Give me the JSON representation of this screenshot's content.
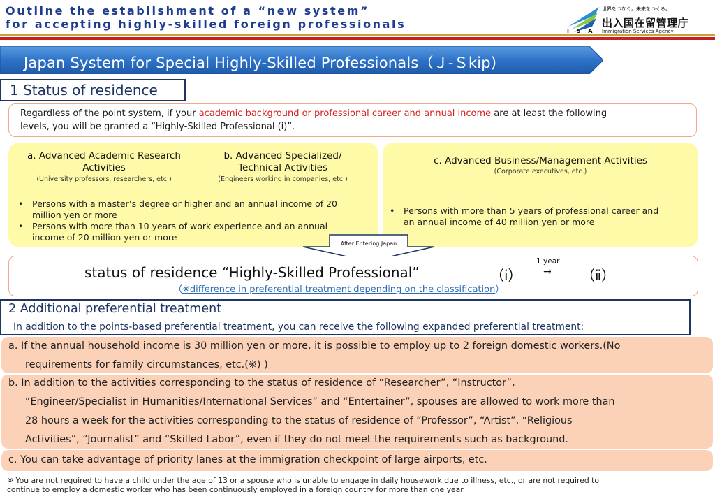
{
  "header": {
    "title_line1": "Outline the establishment of a  “new system”",
    "title_line2": "for accepting highly-skilled foreign professionals",
    "logo_tagline": "世界をつなぐ。未来をつくる。",
    "logo_jp": "出入国在留管理庁",
    "logo_en": "Immigration Services Agency",
    "logo_abbr": "I S A"
  },
  "banner": {
    "title": "Japan System for Special Highly-Skilled Professionals（Ｊ-Ｓkip)"
  },
  "section1": {
    "heading": "1 Status of residence",
    "intro_part1": "Regardless of the point system, if your ",
    "intro_highlight": "academic background or professional career and annual income",
    "intro_part2": " are at least the following",
    "intro_line2": "levels, you will be granted a  “Highly-Skilled Professional (ⅰ)”.",
    "cat_a_title": "a.  Advanced Academic Research Activities",
    "cat_a_sub": "(University professors, researchers, etc.)",
    "cat_b_title": "b.  Advanced Specialized/ Technical Activities",
    "cat_b_sub": "(Engineers working in companies, etc.)",
    "ab_bullet1_l1": "Persons with a master’s degree or higher and an annual income of 20",
    "ab_bullet1_l2": "million yen or more",
    "ab_bullet2_l1": "Persons with more than 10 years of work experience and an annual",
    "ab_bullet2_l2": "income of 20 million yen or more",
    "cat_c_title": "c.  Advanced Business/Management Activities",
    "cat_c_sub": "(Corporate executives, etc.)",
    "c_bullet1_l1": "Persons with more than 5 years of professional career and",
    "c_bullet1_l2": "an annual income of 40 million yen or more",
    "bullet_symbol": "•",
    "arrow_label": "After Entering Japan",
    "status_main": "status of residence “Highly-Skilled Professional”",
    "status_i": "（ⅰ）",
    "status_arrow": "→",
    "status_1year": "1 year",
    "status_ii": "（ⅱ）",
    "status_note_open": "（",
    "status_note_link": "※difference in preferential treatment depending on the classification",
    "status_note_close": "）"
  },
  "section2": {
    "heading": "2 Additional preferential treatment",
    "sub": "In addition to the points-based preferential treatment, you can receive the following expanded preferential treatment:",
    "item_a_l1": "a.  If the annual household income is 30 million yen or more, it is possible to employ up to 2 foreign domestic workers.(No",
    "item_a_l2": "requirements for family circumstances, etc.(※) )",
    "item_b_l1": "b.  In addition to the activities corresponding to the status of residence of  “Researcher”, “Instructor”,",
    "item_b_l2": "“Engineer/Specialist in Humanities/International Services”  and  “Entertainer”, spouses are allowed to work more than",
    "item_b_l3": "28 hours a week for the activities corresponding to the status of residence of  “Professor”, “Artist”, “Religious",
    "item_b_l4": "Activities”, “Journalist”  and  “Skilled Labor”, even if they do not meet the requirements such as background.",
    "item_c_l1": "c.  You can take advantage of priority lanes at the immigration checkpoint of large airports, etc."
  },
  "footnote": {
    "line1": "※ You are not required to have a child under the age of 13 or a spouse who is unable to engage in daily housework due to illness, etc., or are not required to",
    "line2": "continue to employ a domestic worker who has been continuously employed in a foreign country for more than one year."
  },
  "colors": {
    "title_blue": "#1f3d8f",
    "banner_blue": "#2e73c9",
    "heading_navy": "#1f3561",
    "highlight_red": "#d42020",
    "yellow_box": "#fffaa8",
    "pink_box": "#fbd2b8",
    "accent_red": "#c81f1f",
    "accent_gold": "#c9a23a"
  }
}
